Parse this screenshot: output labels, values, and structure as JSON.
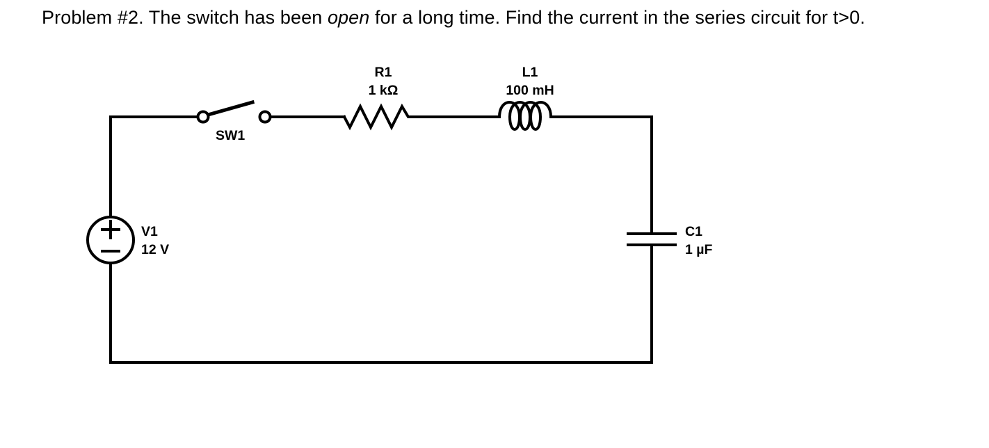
{
  "problem": {
    "prefix": "Problem #2. The switch has been ",
    "emphasis": "open",
    "suffix": " for a long time. Find the current in the series circuit for t>0."
  },
  "circuit": {
    "title": "series RLC circuit with switch",
    "stroke_color": "#000000",
    "background_color": "#ffffff",
    "components": {
      "source": {
        "designator": "V1",
        "value": "12 V",
        "plus_symbol": "+",
        "minus_symbol": "−",
        "type": "dc-voltage-source"
      },
      "switch": {
        "designator": "SW1",
        "value": "",
        "state": "open",
        "type": "spst-switch"
      },
      "resistor": {
        "designator": "R1",
        "value": "1 kΩ",
        "type": "resistor"
      },
      "inductor": {
        "designator": "L1",
        "value": "100 mH",
        "type": "inductor"
      },
      "capacitor": {
        "designator": "C1",
        "value": "1 µF",
        "type": "capacitor"
      }
    }
  }
}
